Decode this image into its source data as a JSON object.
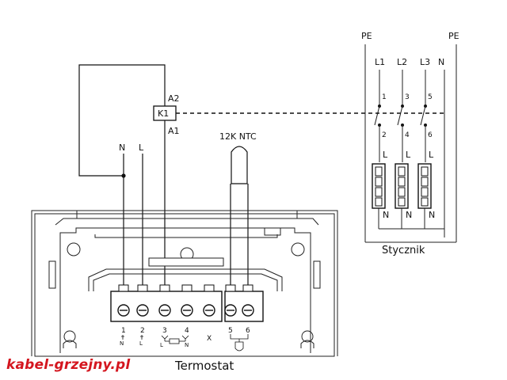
{
  "contactor": {
    "pe_left": "PE",
    "pe_right": "PE",
    "inputs": [
      "L1",
      "L2",
      "L3",
      "N"
    ],
    "poles_top": [
      "1",
      "3",
      "5"
    ],
    "poles_bottom": [
      "2",
      "4",
      "6"
    ],
    "heater_top": "L",
    "heater_bottom": "N",
    "name": "Stycznik"
  },
  "relay": {
    "label": "K1",
    "a2": "A2",
    "a1": "A1"
  },
  "supply": {
    "n": "N",
    "l": "L"
  },
  "sensor": {
    "label": "12K NTC"
  },
  "thermostat": {
    "name": "Termostat",
    "terminal_numbers": [
      "1",
      "2",
      "3",
      "4",
      "5",
      "6"
    ],
    "terminal_sub": [
      "N",
      "L",
      "L",
      "N"
    ],
    "x_label": "X"
  },
  "brand": "kabel-grzejny.pl"
}
